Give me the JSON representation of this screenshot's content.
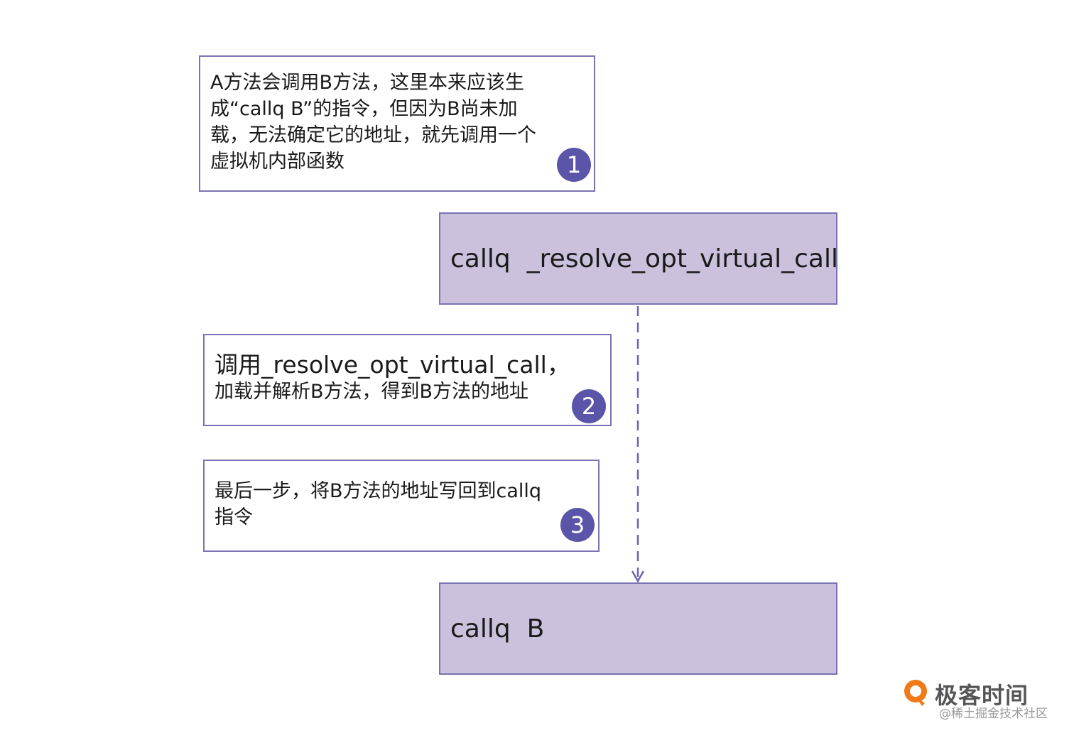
{
  "notes": [
    {
      "lines": [
        "A方法会调用B方法，这里本来应该生",
        "成“callq B”的指令，但因为B尚未加",
        "载，无法确定它的地址，就先调用一个",
        "虚拟机内部函数"
      ],
      "badge": "1"
    },
    {
      "lines": [
        "调用_resolve_opt_virtual_call，",
        "加载并解析B方法，得到B方法的地址"
      ],
      "badge": "2"
    },
    {
      "lines": [
        "最后一步，将B方法的地址写回到callq",
        "指令"
      ],
      "badge": "3"
    }
  ],
  "code_boxes": [
    "callq  _resolve_opt_virtual_call",
    "callq  B"
  ],
  "logo": {
    "text": "极客时间",
    "watermark": "@稀土掘金技术社区"
  },
  "colors": {
    "box_fill": "#ccc1dc",
    "border": "#7a74b4",
    "badge": "#5a55a8",
    "arrow": "#6a64b0",
    "logo_orange": "#f07a1a"
  }
}
